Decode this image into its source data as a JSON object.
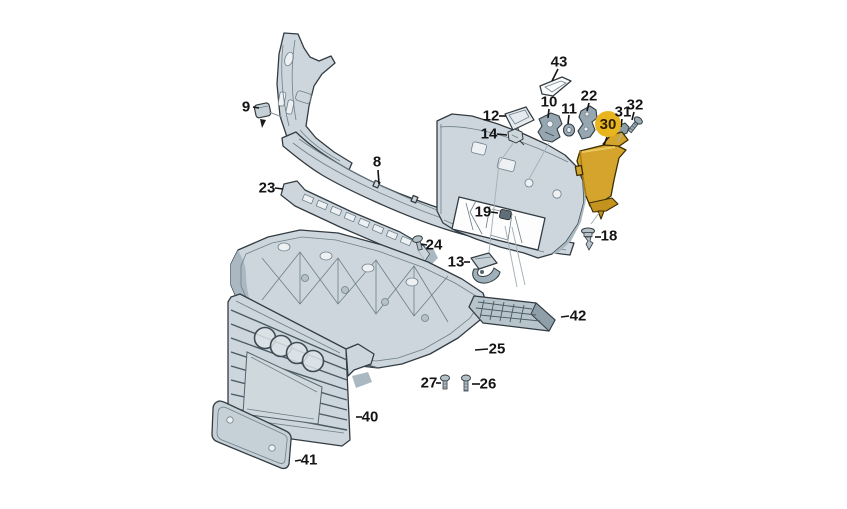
{
  "diagram": {
    "type": "exploded-parts-diagram",
    "background_color": "#ffffff",
    "part_fill_color": "#ccd6dc",
    "outline_color": "#333c42",
    "highlighted_part": "30",
    "highlight_part_color": "#d4a42c",
    "highlight_badge_color": "#e9b51e",
    "labels": {
      "n8": "8",
      "n9": "9",
      "n10": "10",
      "n11": "11",
      "n12": "12",
      "n13": "13",
      "n14": "14",
      "n18": "18",
      "n19": "19",
      "n22": "22",
      "n23": "23",
      "n24": "24",
      "n25": "25",
      "n26": "26",
      "n27": "27",
      "n30": "30",
      "n31": "31",
      "n32": "32",
      "n40": "40",
      "n41": "41",
      "n42": "42",
      "n43": "43"
    }
  }
}
